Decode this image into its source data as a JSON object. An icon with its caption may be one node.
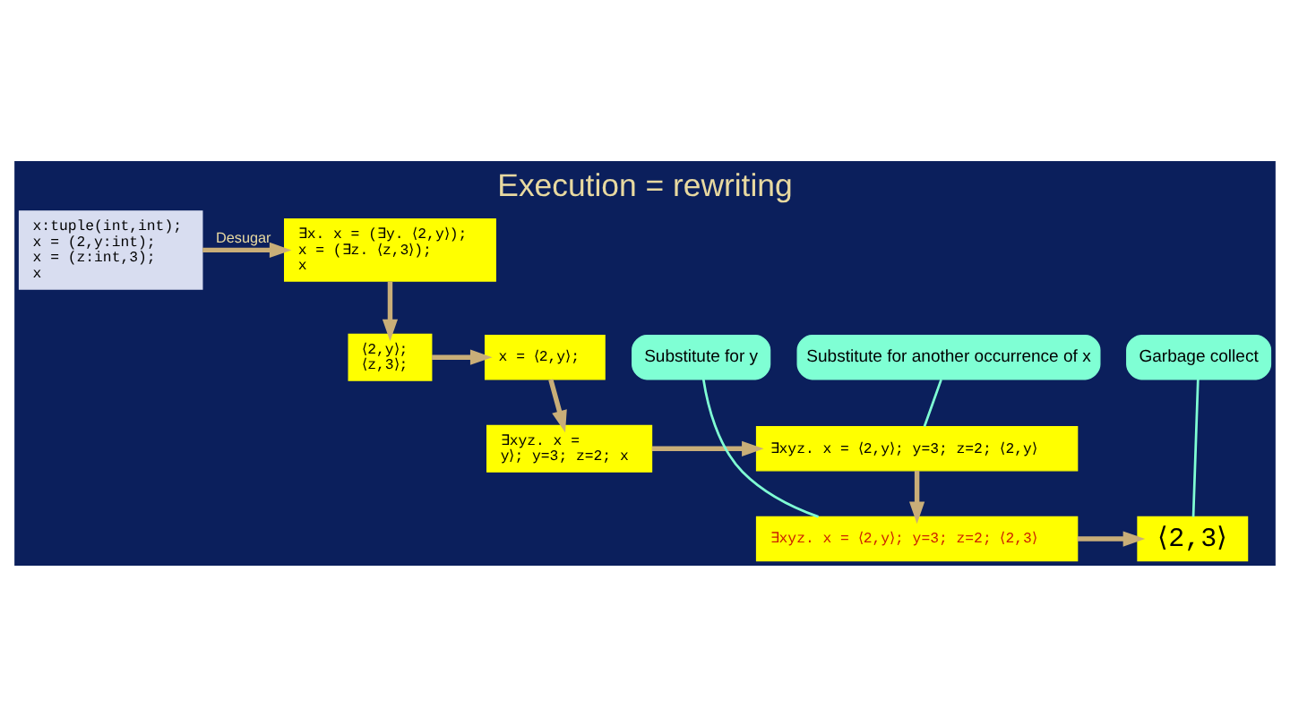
{
  "diagram": {
    "title": "Execution = rewriting",
    "nodes": [
      {
        "text": [
          "x:tuple(int,int);",
          "x = (2,y:int);",
          "x = (z:int,3);",
          "x"
        ]
      },
      {
        "text": [
          "∃x. x = (∃y. ⟨2,y⟩);",
          "x = (∃z. ⟨z,3⟩);",
          "x"
        ]
      },
      {
        "text": [
          "⟨2,y⟩;",
          "⟨z,3⟩;"
        ]
      },
      {
        "text": [
          "x = ⟨2,y⟩;"
        ]
      },
      {
        "text": [
          "∃xyz. x = ⟨2,y⟩; y=3; z=2; ⟨2,y⟩"
        ]
      },
      {
        "text": [
          "∃xyz. x =",
          "y⟩; y=3; z=2; x"
        ]
      },
      {
        "text": [
          "∃xyz. x = ⟨2,y⟩; y=3; z=2; ⟨2,3⟩"
        ]
      },
      {
        "text": [
          "⟨2,3⟩"
        ]
      },
      {
        "text": [
          "Substitute for another occurrence of x"
        ]
      },
      {
        "text": [
          "Substitute for y"
        ]
      },
      {
        "text": [
          "Garbage collect"
        ]
      }
    ],
    "edges": [
      {
        "from": 0,
        "to": 1,
        "arrow": "to",
        "label": "Desugar"
      },
      {
        "from": 1,
        "to": 2,
        "arrow": "to"
      },
      {
        "from": 2,
        "to": 3,
        "arrow": "to"
      },
      {
        "from": 3,
        "to": 5,
        "arrow": "to"
      },
      {
        "from": 5,
        "to": 4,
        "arrow": "to"
      },
      {
        "from": 4,
        "to": 6,
        "arrow": "to"
      },
      {
        "from": 6,
        "to": 7,
        "arrow": "to"
      },
      {
        "from": 8,
        "to": 4,
        "arrow": "none",
        "color": "#7fffd4"
      },
      {
        "from": 9,
        "to": 6,
        "arrow": "none",
        "color": "#7fffd4"
      },
      {
        "from": 10,
        "to": 7,
        "arrow": "none",
        "color": "#7fffd4"
      }
    ]
  }
}
